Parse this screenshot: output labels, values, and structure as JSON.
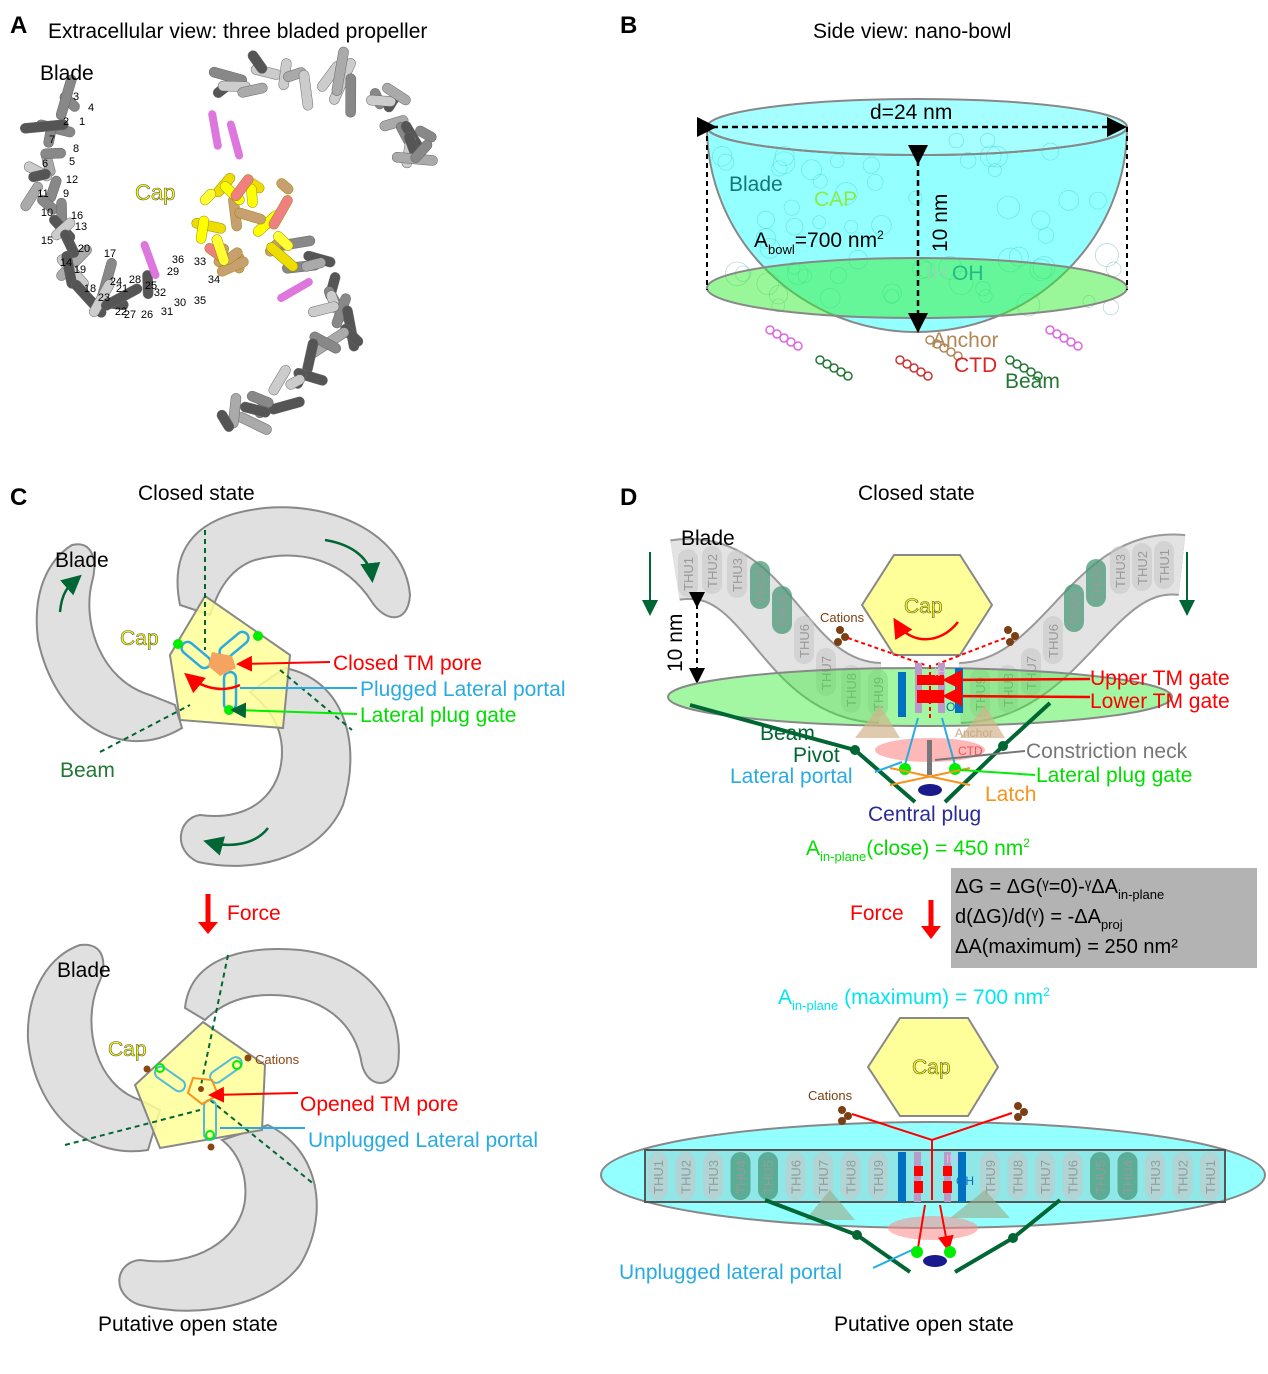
{
  "panels": {
    "a": {
      "letter": "A",
      "title": "Extracellular view: three bladed propeller",
      "blade_label": "Blade",
      "cap_label": "Cap",
      "helix_numbers": [
        "1",
        "2",
        "3",
        "4",
        "5",
        "6",
        "7",
        "8",
        "9",
        "10",
        "11",
        "12",
        "13",
        "14",
        "15",
        "16",
        "17",
        "18",
        "19",
        "20",
        "21",
        "22",
        "23",
        "24",
        "25",
        "26",
        "27",
        "28",
        "29",
        "30",
        "31",
        "32",
        "33",
        "34",
        "35",
        "36"
      ]
    },
    "b": {
      "letter": "B",
      "title": "Side view: nano-bowl",
      "diameter": "d=24 nm",
      "blade_label": "Blade",
      "cap_label": "CAP",
      "area_main": "A",
      "area_sub": "bowl",
      "area_value": "=700 nm",
      "area_sup": "2",
      "height": "10 nm",
      "ih_label": "IH",
      "oh_label": "OH",
      "anchor_label": "Anchor",
      "ctd_label": "CTD",
      "beam_label": "Beam"
    },
    "c": {
      "letter": "C",
      "closed_title": "Closed state",
      "blade_label": "Blade",
      "cap_label": "Cap",
      "beam_label": "Beam",
      "closed_pore": "Closed TM pore",
      "plugged_portal": "Plugged Lateral portal",
      "plug_gate": "Lateral plug gate",
      "force_label": "Force",
      "open_blade_label": "Blade",
      "open_cap_label": "Cap",
      "cations": "Cations",
      "opened_pore": "Opened TM pore",
      "unplugged_portal": "Unplugged Lateral portal",
      "open_title": "Putative open state"
    },
    "d": {
      "letter": "D",
      "closed_title": "Closed state",
      "blade_label": "Blade",
      "cap_label": "Cap",
      "cations": "Cations",
      "height": "10 nm",
      "left_thu": [
        "THU1",
        "THU2",
        "THU3",
        "THU4",
        "THU5",
        "THU6",
        "THU7",
        "THU8",
        "THU9"
      ],
      "right_thu": [
        "THU9",
        "THU8",
        "THU7",
        "THU6",
        "THU5",
        "THU4",
        "THU3",
        "THU2",
        "THU1"
      ],
      "ih_label": "IH",
      "oh_label": "OH",
      "upper_gate": "Upper TM gate",
      "lower_gate": "Lower TM gate",
      "anchor_label": "Anchor",
      "ctd_label": "CTD",
      "beam_label": "Beam",
      "pivot_label": "Pivot",
      "lateral_portal": "Lateral portal",
      "constriction_neck": "Constriction neck",
      "plug_gate": "Lateral plug gate",
      "latch": "Latch",
      "central_plug": "Central plug",
      "area_close_main": "A",
      "area_close_sub": "in-plane",
      "area_close_value": "(close) = 450 nm",
      "area_close_sup": "2",
      "force_label": "Force",
      "eq1_a": "ΔG = ΔG(ᵞ=0)-ᵞΔA",
      "eq1_sub": "in-plane",
      "eq2_a": "d(ΔG)/d(ᵞ) = -ΔA",
      "eq2_sub": "proj",
      "eq3": "ΔA(maximum) = 250 nm²",
      "area_max_main": "A",
      "area_max_sub": "in-plane",
      "area_max_value": " (maximum) = 700 nm",
      "area_max_sup": "2",
      "open_cap_label": "Cap",
      "open_cations": "Cations",
      "unplugged_portal": "Unplugged lateral portal",
      "open_title": "Putative open state"
    }
  },
  "colors": {
    "red": "#ff0000",
    "blue_label": "#29abe2",
    "green_label": "#00dd00",
    "dark_green": "#006633",
    "cap_yellow": "#ffff99",
    "cyan": "#00ffff",
    "membrane_green": "#66ee66",
    "navy": "#1a1a8c",
    "orange": "#f7931e",
    "brown": "#8b4513"
  }
}
